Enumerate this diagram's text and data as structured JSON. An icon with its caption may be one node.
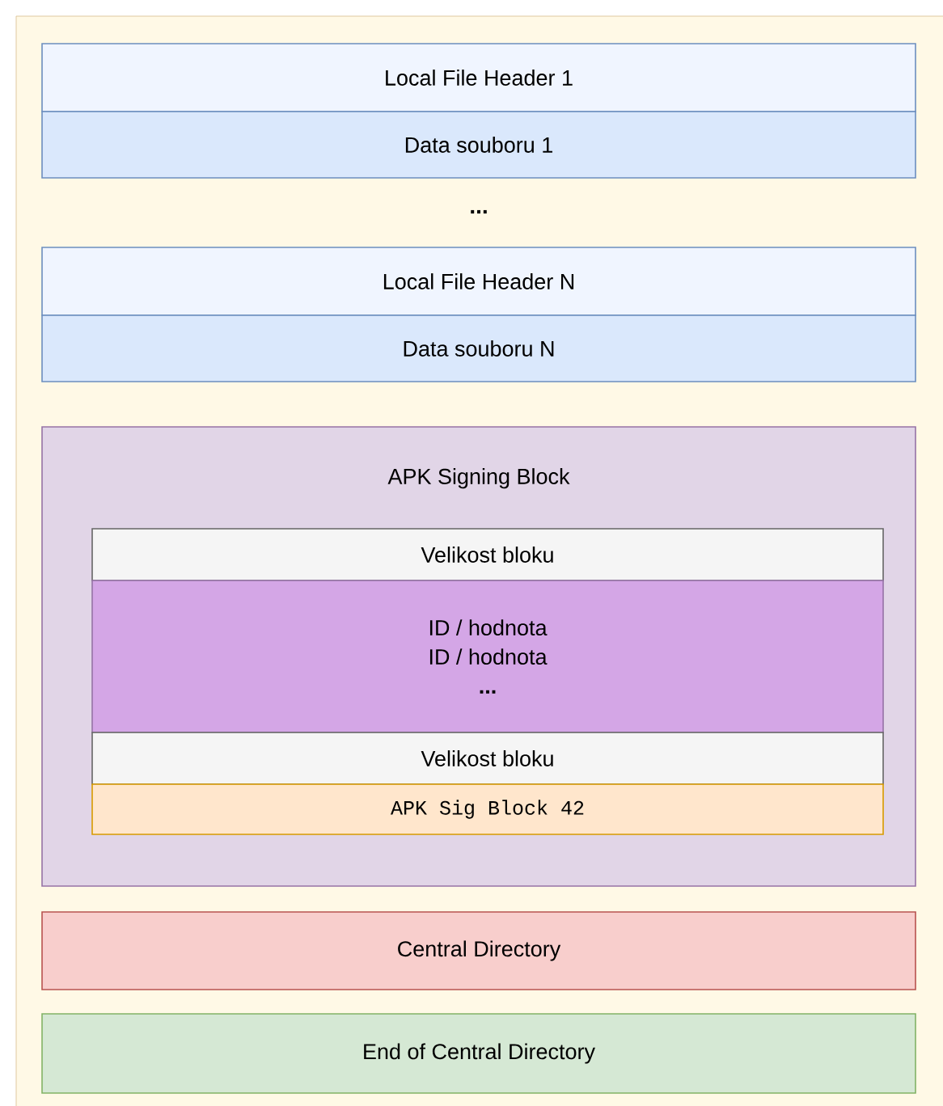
{
  "diagram": {
    "nodes": [
      {
        "text": [
          "Local File Header 1"
        ]
      },
      {
        "text": [
          "Data souboru 1"
        ]
      },
      {
        "text": [
          "Local File Header N"
        ]
      },
      {
        "text": [
          "Data souboru N"
        ]
      },
      {
        "text": [
          "APK Signing Block"
        ]
      },
      {
        "text": [
          "Velikost bloku"
        ],
        "in": 4
      },
      {
        "text": [
          "ID / hodnota",
          "ID / hodnota",
          "..."
        ],
        "in": 4
      },
      {
        "text": [
          "Velikost bloku"
        ],
        "in": 4
      },
      {
        "text": [
          "APK Sig Block 42"
        ],
        "in": 4
      },
      {
        "text": [
          "Central Directory"
        ]
      },
      {
        "text": [
          "End of Central Directory"
        ]
      }
    ],
    "labels": [
      "..."
    ]
  }
}
